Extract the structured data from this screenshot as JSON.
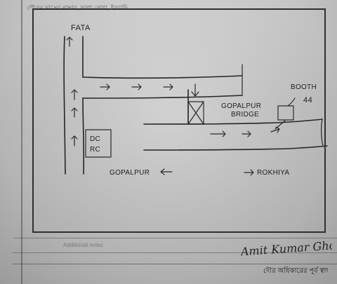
{
  "document": {
    "header_text": "গৌতম দাসের নাম্বার, ছাপা লেখা, ইত্যাদি",
    "faint_form_text": "Additional notes",
    "signature": "Amit Kumar Ghosh",
    "footer_stamp": "দৌর অধিকারের পূর্ব স্বাক্ষর"
  },
  "sketch": {
    "labels": {
      "top_left": "FATA",
      "office_line_1": "DC",
      "office_line_2": "RC",
      "bridge_line_1": "GOPALPUR",
      "bridge_line_2": "BRIDGE",
      "booth_line_1": "BOOTH",
      "booth_line_2": "44",
      "left_destination": "GOPALPUR",
      "right_destination": "ROKHIYA"
    },
    "arrow_symbol": "→",
    "left_arrow_symbol": "←",
    "up_arrow_symbol": "↑"
  }
}
